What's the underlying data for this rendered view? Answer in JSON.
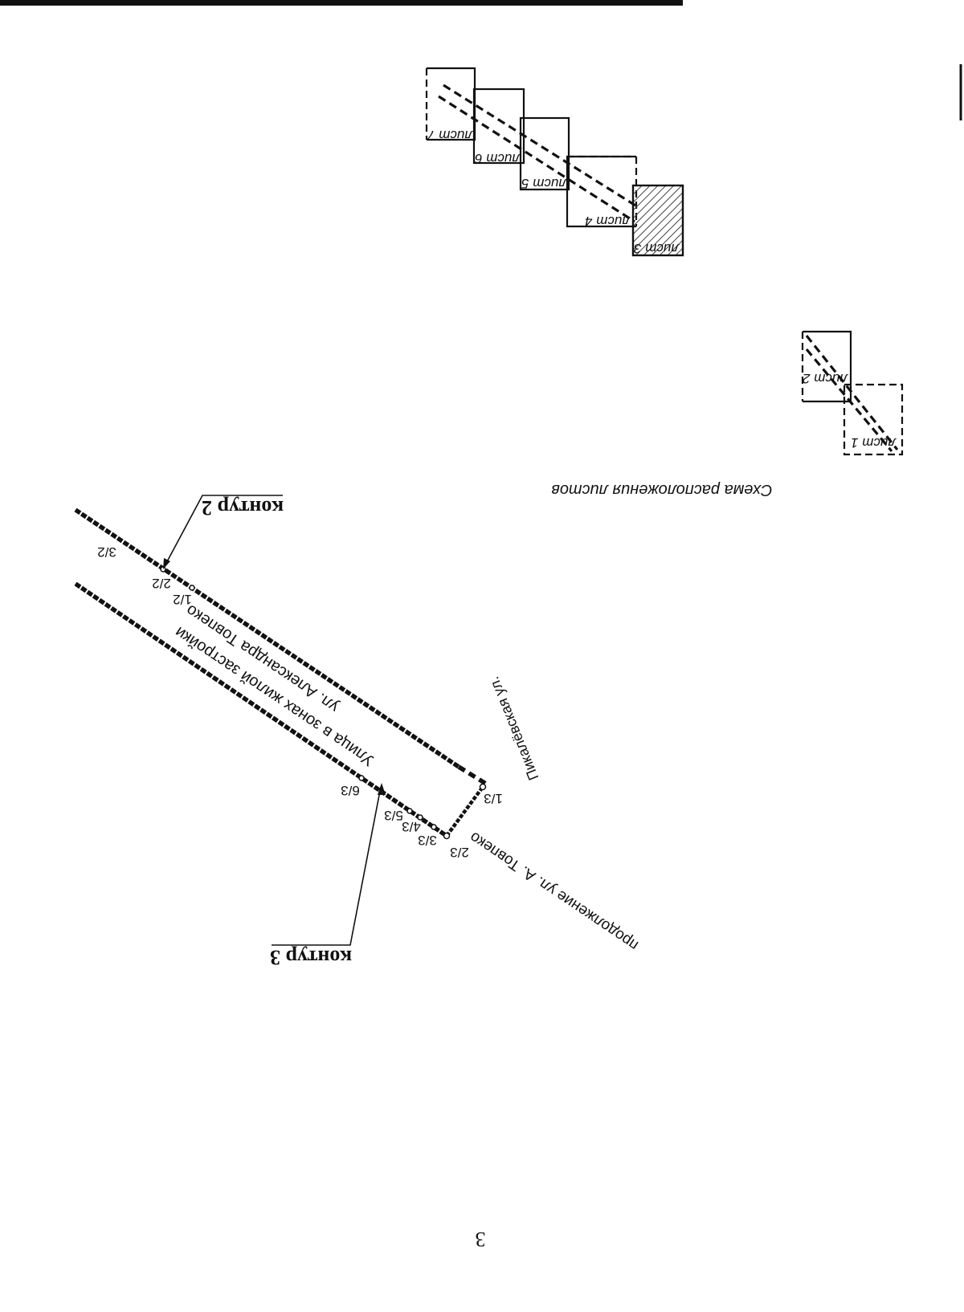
{
  "sheet_scheme": {
    "caption": "Схема расположения листов",
    "sheets": [
      {
        "label": "лист 1",
        "border": "dashed",
        "highlighted": false
      },
      {
        "label": "лист 2",
        "border": "mixed",
        "highlighted": false
      },
      {
        "label": "лист 3",
        "border": "solid",
        "highlighted": true
      },
      {
        "label": "лист 4",
        "border": "mixed",
        "highlighted": false
      },
      {
        "label": "лист 5",
        "border": "solid",
        "highlighted": false
      },
      {
        "label": "лист 6",
        "border": "solid",
        "highlighted": false
      },
      {
        "label": "лист 7",
        "border": "mixed",
        "highlighted": false
      }
    ]
  },
  "map": {
    "contours": [
      {
        "label": "контур 2"
      },
      {
        "label": "контур 3"
      }
    ],
    "streets": {
      "pikalevskaya": "Пикалёвская ул.",
      "tovpeko": "ул. Александра Товпеко",
      "residential": "Улица в зонах жилой застройки",
      "tovpeko_extension": "продолжение ул. А. Товпеко"
    },
    "points_contour2": [
      "1/2",
      "2/2",
      "3/2"
    ],
    "points_contour3": [
      "1/3",
      "2/3",
      "3/3",
      "4/3",
      "5/3",
      "6/3"
    ]
  },
  "page_number": "3",
  "colors": {
    "ink": "#111111",
    "hatch": "#444444",
    "paper": "#ffffff"
  }
}
